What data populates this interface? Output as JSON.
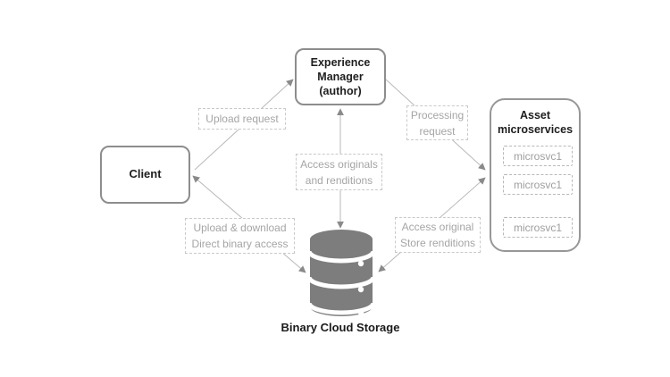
{
  "diagram": {
    "nodes": {
      "client": {
        "label": "Client"
      },
      "experience_manager": {
        "lines": [
          "Experience",
          "Manager",
          "(author)"
        ]
      },
      "asset_microservices": {
        "title_lines": [
          "Asset",
          "microservices"
        ],
        "services": [
          {
            "label": "microsvc1"
          },
          {
            "label": "microsvc1"
          },
          {
            "label": "microsvc1"
          }
        ]
      },
      "binary_cloud_storage": {
        "label": "Binary Cloud Storage"
      }
    },
    "edge_labels": {
      "upload_request": {
        "lines": [
          "Upload request"
        ]
      },
      "processing_request": {
        "lines": [
          "Processing",
          "request"
        ]
      },
      "access_originals": {
        "lines": [
          "Access originals",
          "and renditions"
        ]
      },
      "upload_download": {
        "lines": [
          "Upload & download",
          "Direct binary access"
        ]
      },
      "access_original_store": {
        "lines": [
          "Access original",
          "Store renditions"
        ]
      }
    },
    "icons": {
      "database": "database-cylinder-icon"
    },
    "colors": {
      "background": "#ffffff",
      "node_border": "#8d8d8d",
      "node_text": "#1e1e1e",
      "edge_line": "#b9b9b9",
      "arrowhead": "#8a8a8a",
      "label_border": "#c9c9c9",
      "label_text": "#a5a5a5",
      "database_fill": "#7d7d7d"
    }
  }
}
